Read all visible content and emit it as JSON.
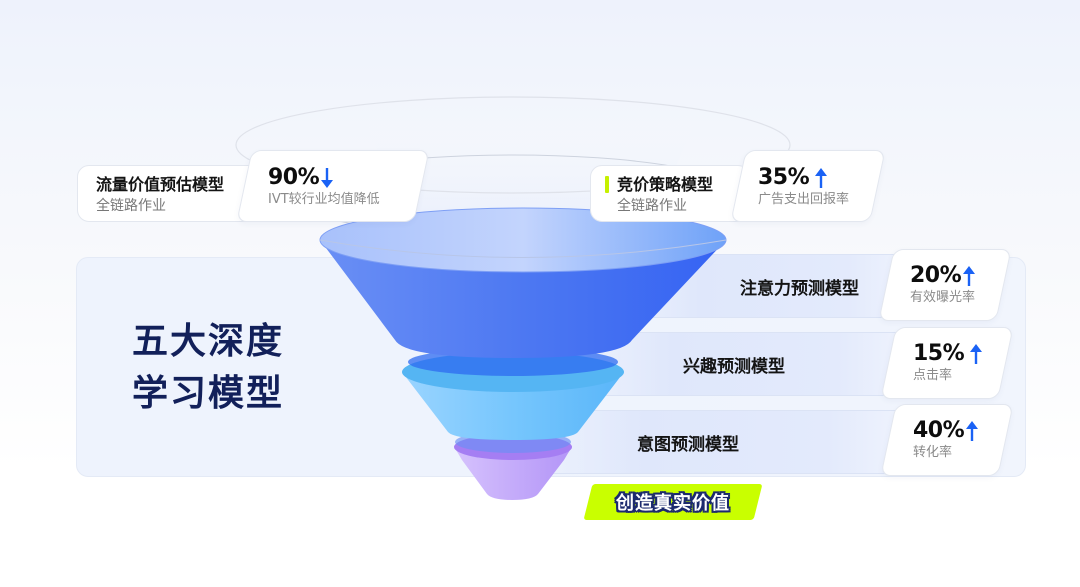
{
  "main_title": {
    "line1": "五大深度",
    "line2": "学习模型"
  },
  "top_models": [
    {
      "name": "流量价值预估模型",
      "sub": "全链路作业",
      "stat_value": "90%",
      "stat_direction": "down",
      "stat_desc": "IVT较行业均值降低"
    },
    {
      "name": "竞价策略模型",
      "sub": "全链路作业",
      "stat_value": "35%",
      "stat_direction": "up",
      "stat_desc": "广告支出回报率",
      "marker_color": "#c6f000"
    }
  ],
  "funnel_models": [
    {
      "name": "注意力预测模型",
      "stat_value": "20%",
      "stat_direction": "up",
      "stat_desc": "有效曝光率"
    },
    {
      "name": "兴趣预测模型",
      "stat_value": "15%",
      "stat_direction": "up",
      "stat_desc": "点击率"
    },
    {
      "name": "意图预测模型",
      "stat_value": "40%",
      "stat_direction": "up",
      "stat_desc": "转化率"
    }
  ],
  "badge": {
    "label": "创造真实价值",
    "bg_color": "#c9ff00",
    "text_stroke_color": "#1c2a6e"
  },
  "colors": {
    "arrow": "#1a62f5",
    "title": "#12205a",
    "funnel_top": "#3f6ef0",
    "funnel_mid": "#5bbcfa",
    "funnel_bottom": "#b99af6"
  },
  "icons": {
    "down_arrow": "arrow-down-icon",
    "up_arrow": "arrow-up-icon"
  }
}
